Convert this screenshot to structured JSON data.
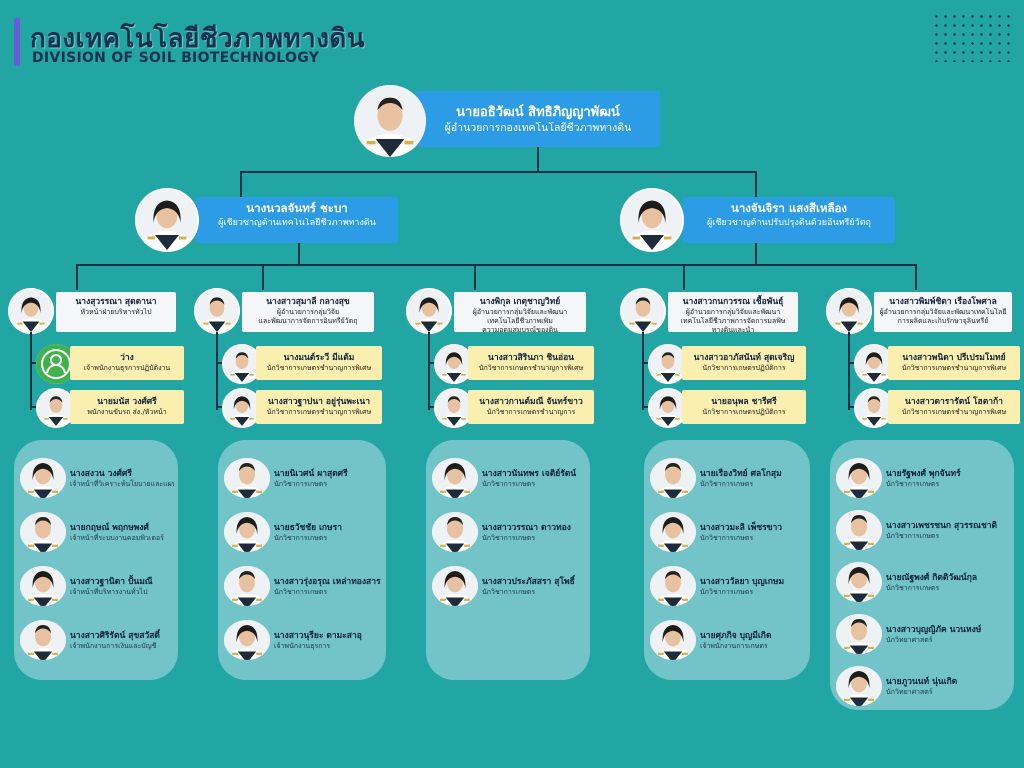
{
  "header": {
    "title_th": "กองเทคโนโลยีชีวภาพทางดิน",
    "title_en": "DIVISION OF SOIL BIOTECHNOLOGY"
  },
  "director": {
    "name": "นายอธิวัฒน์ สิทธิภิญญาพัฒน์",
    "position": "ผู้อำนวยการกองเทคโนโลยีชีวภาพทางดิน"
  },
  "experts": [
    {
      "name": "นางนวลจันทร์ ชะบา",
      "position": "ผู้เชี่ยวชาญด้านเทคโนโลยีชีวภาพทางดิน"
    },
    {
      "name": "นางจันจิรา แสงสีเหลือง",
      "position": "ผู้เชี่ยวชาญด้านปรับปรุงดินด้วยอินทรีย์วัตถุ"
    }
  ],
  "groups": [
    {
      "head": {
        "name": "นางสุวรรณา สุดตานา",
        "position": [
          "หัวหน้าฝ่ายบริหารทั่วไป"
        ]
      },
      "subs": [
        {
          "name": "ว่าง",
          "position": "เจ้าพนักงานธุรการปฏิบัติงาน",
          "vacant": true
        },
        {
          "name": "นายมนัส วงศ์ศรี",
          "position": "พนักงานขับรถ ส่ง./หัวหน้า"
        }
      ],
      "staff": [
        {
          "name": "นางสงวน วงศ์ศรี",
          "position": "เจ้าหน้าที่วิเคราะห์นโยบายและแผน"
        },
        {
          "name": "นายกฤษณ์ พฤกษพงศ์",
          "position": "เจ้าหน้าที่ระบบงานคอมพิวเตอร์"
        },
        {
          "name": "นางสาวฐานิดา ปั้นมณี",
          "position": "เจ้าหน้าที่บริหารงานทั่วไป"
        },
        {
          "name": "นางสาวศิริรัตน์ สุขสวัสดิ์",
          "position": "เจ้าพนักงานการเงินและบัญชี"
        }
      ]
    },
    {
      "head": {
        "name": "นางสาวสุมาลี กลางสุข",
        "position": [
          "ผู้อำนวยการกลุ่มวิจัย",
          "และพัฒนาการจัดการอินทรีย์วัตถุ"
        ]
      },
      "subs": [
        {
          "name": "นางมนต์ระวี มีแต้ม",
          "position": "นักวิชาการเกษตรชำนาญการพิเศษ"
        },
        {
          "name": "นางสาวฐาปนา อยู่รุ่นพะเนา",
          "position": "นักวิชาการเกษตรชำนาญการพิเศษ"
        }
      ],
      "staff": [
        {
          "name": "นายนิเวศน์ ผาสุตศรี",
          "position": "นักวิชาการเกษตร"
        },
        {
          "name": "นายธวัชชัย เกษรา",
          "position": "นักวิชาการเกษตร"
        },
        {
          "name": "นางสาวรุ่งอรุณ เหล่าทองสาร",
          "position": "นักวิชาการเกษตร"
        },
        {
          "name": "นางสาวนุรียะ ดามะสาอุ",
          "position": "เจ้าพนักงานธุรการ"
        }
      ]
    },
    {
      "head": {
        "name": "นางพิกุล เกตุชาญวิทย์",
        "position": [
          "ผู้อำนวยการกลุ่มวิจัยและพัฒนา",
          "เทคโนโลยีชีวภาพเพิ่ม",
          "ความอุดมสมบูรณ์ของดิน"
        ]
      },
      "subs": [
        {
          "name": "นางสาวสิรินภา ชินอ่อน",
          "position": "นักวิชาการเกษตรชำนาญการพิเศษ"
        },
        {
          "name": "นางสาวกานต์มณี จันทร์ขาว",
          "position": "นักวิชาการเกษตรชำนาญการ"
        }
      ],
      "staff": [
        {
          "name": "นางสาวนันทพร เจติย์รัตน์",
          "position": "นักวิชาการเกษตร"
        },
        {
          "name": "นางสาววรรณา ดาวทอง",
          "position": "นักวิชาการเกษตร"
        },
        {
          "name": "นางสาวประภัสสรา สุโพธิ์",
          "position": "นักวิชาการเกษตร"
        }
      ]
    },
    {
      "head": {
        "name": "นางสาวกนกวรรณ เชื้อพันธุ์",
        "position": [
          "ผู้อำนวยการกลุ่มวิจัยและพัฒนา",
          "เทคโนโลยีชีวภาพการจัดการมลพิษ",
          "ทางดินและน้ำ"
        ]
      },
      "subs": [
        {
          "name": "นางสาวอาภัสนันท์ สุดเจริญ",
          "position": "นักวิชาการเกษตรปฏิบัติการ"
        },
        {
          "name": "นายอนุพล ชารีศรี",
          "position": "นักวิชาการเกษตรปฏิบัติการ"
        }
      ],
      "staff": [
        {
          "name": "นายเรืองวิทย์ ศลโกสุม",
          "position": "นักวิชาการเกษตร"
        },
        {
          "name": "นางสาวมะลิ เพ็ชรขาว",
          "position": "นักวิชาการเกษตร"
        },
        {
          "name": "นางสาววัลยา บุญเกษม",
          "position": "นักวิชาการเกษตร"
        },
        {
          "name": "นายศุภกิจ บุญมีเกิด",
          "position": "เจ้าพนักงานการเกษตร"
        }
      ]
    },
    {
      "head": {
        "name": "นางสาวพิมพ์ชิตา เรืองโพศาล",
        "position": [
          "ผู้อำนวยการกลุ่มวิจัยและพัฒนาเทคโนโลยี",
          "การผลิตและเก็บรักษาจุลินทรีย์"
        ]
      },
      "subs": [
        {
          "name": "นางสาวพนิดา ปรีเปรมโมทย์",
          "position": "นักวิชาการเกษตรชำนาญการพิเศษ"
        },
        {
          "name": "นางสาวดารารัตน์ โฮตาก้า",
          "position": "นักวิชาการเกษตรชำนาญการพิเศษ"
        }
      ],
      "staff": [
        {
          "name": "นายรัฐพงศ์ พุกจันทร์",
          "position": "นักวิชาการเกษตร"
        },
        {
          "name": "นางสาวเพชรชนก สุวรรณชาติ",
          "position": "นักวิชาการเกษตร"
        },
        {
          "name": "นายณัฐพงศ์ กิตติวัฒน์กุล",
          "position": "นักวิชาการเกษตร"
        },
        {
          "name": "นางสาวบุญญิภัค นวนหงษ์",
          "position": "นักวิทยาศาสตร์"
        },
        {
          "name": "นายภูวนนท์ นุ่นเกิด",
          "position": "นักวิทยาศาสตร์"
        }
      ]
    }
  ]
}
